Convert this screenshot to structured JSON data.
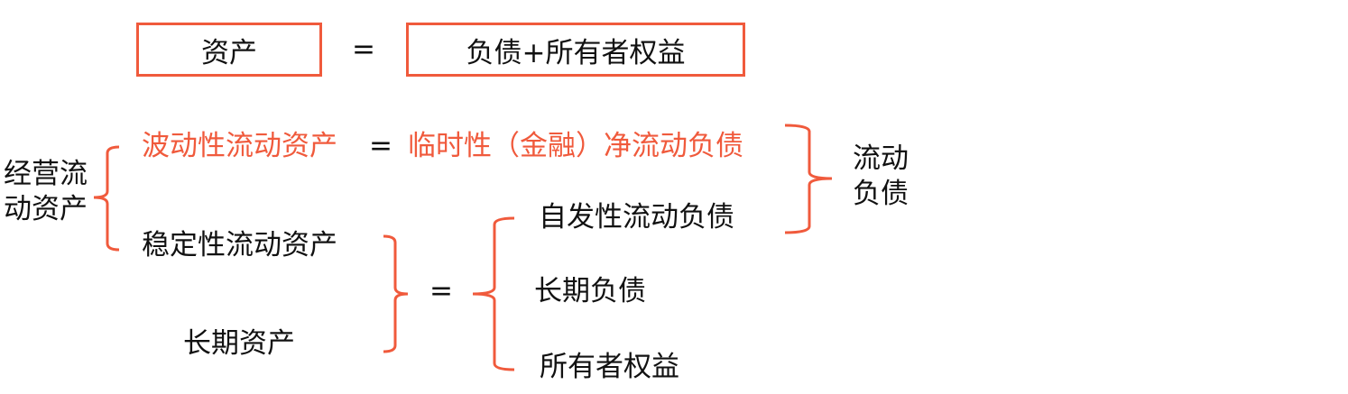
{
  "equation": {
    "left": "资产",
    "equals": "=",
    "right": "负债+所有者权益"
  },
  "operating_current_assets": {
    "label_line1": "经营流",
    "label_line2": "动资产"
  },
  "fluctuating_current_assets": "波动性流动资产",
  "eq1": "=",
  "temporary_net_current_liabilities": "临时性（金融）净流动负债",
  "current_liabilities": {
    "line1": "流动",
    "line2": "负债"
  },
  "stable_current_assets": "稳定性流动资产",
  "long_term_assets": "长期资产",
  "eq2": "=",
  "spontaneous_current_liabilities": "自发性流动负债",
  "long_term_liabilities": "长期负债",
  "owners_equity": "所有者权益",
  "colors": {
    "accent": "#f05a3c",
    "text": "#111111"
  }
}
